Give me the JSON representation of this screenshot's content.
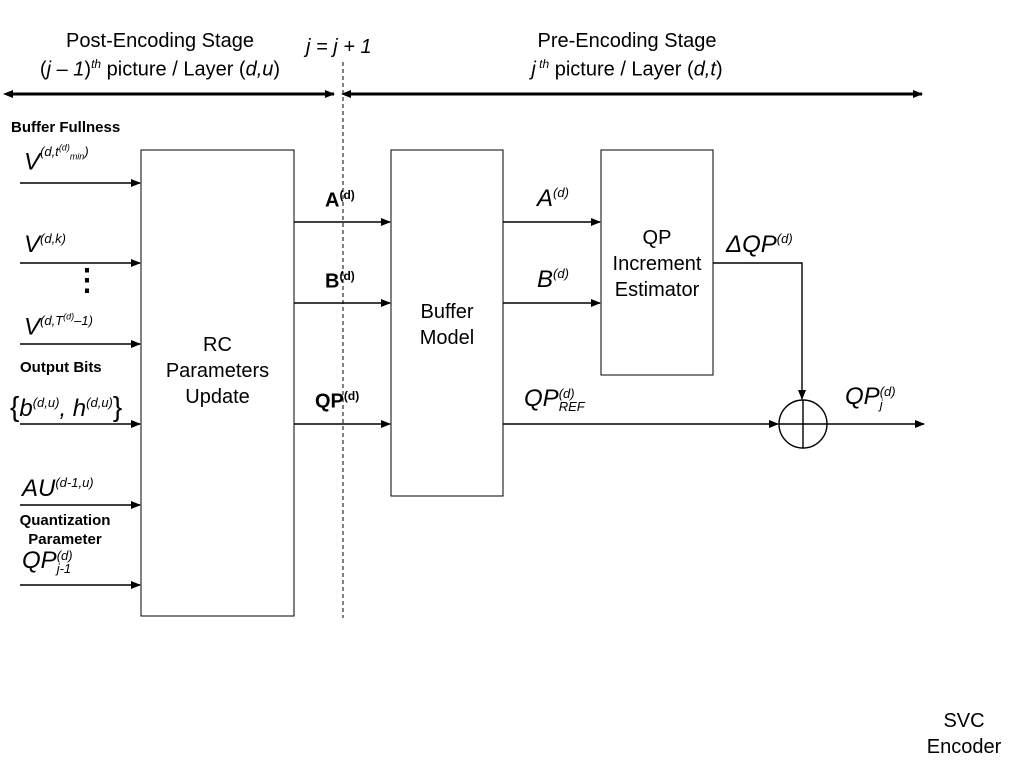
{
  "stages": {
    "post": {
      "title": "Post-Encoding Stage",
      "sub_prefix": "(",
      "sub_j": "j – 1",
      "sub_suffix": ")",
      "sub_sup": "th",
      "sub_rest": " picture / Layer (",
      "sub_vars": "d,u",
      "sub_end": ")"
    },
    "increment": "j = j + 1",
    "pre": {
      "title": "Pre-Encoding Stage",
      "sub_j": "j",
      "sub_sup": " th",
      "sub_rest": " picture / Layer (",
      "sub_vars": "d,t",
      "sub_end": ")"
    }
  },
  "groups": {
    "buffer_fullness": "Buffer Fullness",
    "output_bits": "Output Bits",
    "quantization": "Quantization\nParameter"
  },
  "inputs": {
    "v1": {
      "base": "V",
      "sup": "(d,t",
      "sup2": "(d)",
      "sub2": "min",
      "sup_end": ")"
    },
    "v2": {
      "base": "V",
      "sup": "(d,k)"
    },
    "dots": "⋮",
    "v3": {
      "base": "V",
      "sup": "(d,T",
      "sup2": "(d)",
      "sup_end": "–1)"
    },
    "bits": {
      "open": "{",
      "b": "b",
      "b_sup": "(d,u)",
      "comma": ", ",
      "h": "h",
      "h_sup": "(d,u)",
      "close": "}"
    },
    "au": {
      "base": "AU",
      "sup": "(d-1,u)"
    },
    "qp_prev": {
      "base": "QP",
      "sup": "(d)",
      "sub": "j-1"
    }
  },
  "blocks": {
    "rc": "RC\nParameters\nUpdate",
    "buffer": "Buffer\nModel",
    "qp_est": "QP\nIncrement\nEstimator"
  },
  "signals": {
    "A_bold": {
      "base": "A",
      "sup": "(d)"
    },
    "B_bold": {
      "base": "B",
      "sup": "(d)"
    },
    "QP_bold": {
      "base": "QP",
      "sup": "(d)"
    },
    "A_it": {
      "base": "A",
      "sup": "(d)"
    },
    "B_it": {
      "base": "B",
      "sup": "(d)"
    },
    "dQP": {
      "base": "ΔQP",
      "sup": "(d)"
    },
    "qp_ref": {
      "base": "QP",
      "sup": "(d)",
      "sub": "REF"
    },
    "qp_out": {
      "base": "QP",
      "sup": "(d)",
      "sub": "j"
    }
  },
  "footer": {
    "line1": "SVC",
    "line2": "Encoder"
  },
  "adder_symbol": "⊕"
}
